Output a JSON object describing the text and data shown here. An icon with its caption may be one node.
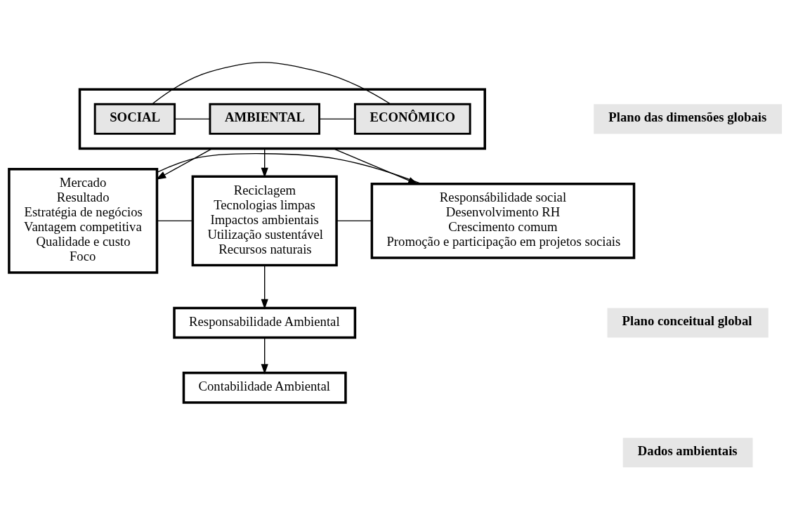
{
  "diagram": {
    "nodes": [
      {
        "text": [],
        "shape": "box"
      },
      {
        "text": [
          "AMBIENTAL"
        ],
        "in": 0
      },
      {
        "text": [
          "ECONÔMICO"
        ],
        "in": 0
      },
      {
        "text": [
          "SOCIAL"
        ],
        "in": 0
      },
      {
        "text": [
          "Reciclagem",
          "Tecnologias limpas",
          "Impactos ambientais",
          "Utilização sustentável",
          "Recursos naturais"
        ]
      },
      {
        "text": [
          "Mercado",
          "Resultado",
          "Estratégia de negócios",
          "Vantagem competitiva",
          "Qualidade e custo",
          "Foco"
        ]
      },
      {
        "text": [
          "Responsábilidade social",
          "Desenvolvimento RH",
          "Crescimento comum",
          "Promoção e participação em projetos sociais"
        ]
      },
      {
        "text": [
          "Responsabilidade Ambiental"
        ]
      },
      {
        "text": [
          "Contabilidade Ambiental"
        ]
      },
      {
        "text": [
          "Plano das dimensões globais"
        ]
      },
      {
        "text": [
          "Plano conceitual global"
        ]
      },
      {
        "text": [
          "Dados ambientais"
        ]
      }
    ],
    "edges": [
      {
        "from": 1,
        "to": 2,
        "arrow": "none"
      },
      {
        "from": 1,
        "to": 3,
        "arrow": "none"
      },
      {
        "from": 2,
        "to": 3,
        "arrow": "none"
      },
      {
        "from": 0,
        "to": 4,
        "arrow": "to"
      },
      {
        "from": 0,
        "to": 5,
        "arrow": "to"
      },
      {
        "from": 0,
        "to": 6,
        "arrow": "to"
      },
      {
        "from": 5,
        "to": 4,
        "arrow": "none"
      },
      {
        "from": 4,
        "to": 6,
        "arrow": "none"
      },
      {
        "from": 5,
        "to": 6,
        "arrow": "none"
      },
      {
        "from": 4,
        "to": 7,
        "arrow": "to"
      },
      {
        "from": 7,
        "to": 8,
        "arrow": "to"
      }
    ]
  }
}
